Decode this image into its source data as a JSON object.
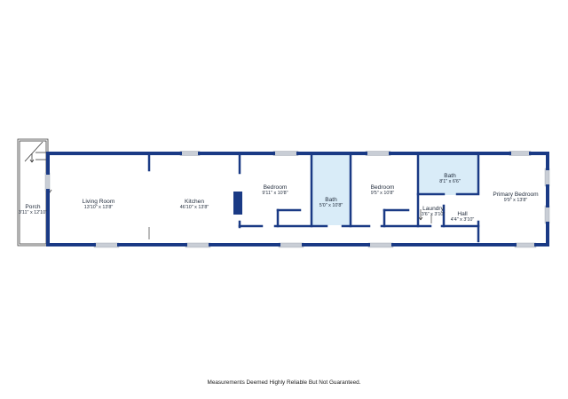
{
  "colors": {
    "wall": "#1a3a85",
    "bath_fill": "#d9ecf8",
    "window": "#c9ced6",
    "thin_line": "#3b3b3b"
  },
  "rooms": {
    "porch": {
      "name": "Porch",
      "dims": "3'11\" x 12'10\""
    },
    "living_room": {
      "name": "Living Room",
      "dims": "13'10\" x 13'8\""
    },
    "kitchen": {
      "name": "Kitchen",
      "dims": "46'10\" x 13'8\""
    },
    "bedroom_1": {
      "name": "Bedroom",
      "dims": "9'11\" x 10'8\""
    },
    "bath_1": {
      "name": "Bath",
      "dims": "5'0\" x 10'8\""
    },
    "bedroom_2": {
      "name": "Bedroom",
      "dims": "9'5\" x 10'8\""
    },
    "bath_2": {
      "name": "Bath",
      "dims": "8'1\" x 6'6\""
    },
    "laundry": {
      "name": "Laundry",
      "dims": "3'6\" x 3'10\""
    },
    "hall": {
      "name": "Hall",
      "dims": "4'4\" x 3'10\""
    },
    "primary_bedroom": {
      "name": "Primary Bedroom",
      "dims": "9'9\" x 13'8\""
    }
  },
  "footer": {
    "text": "Measurements Deemed Highly Reliable But Not Guaranteed."
  }
}
